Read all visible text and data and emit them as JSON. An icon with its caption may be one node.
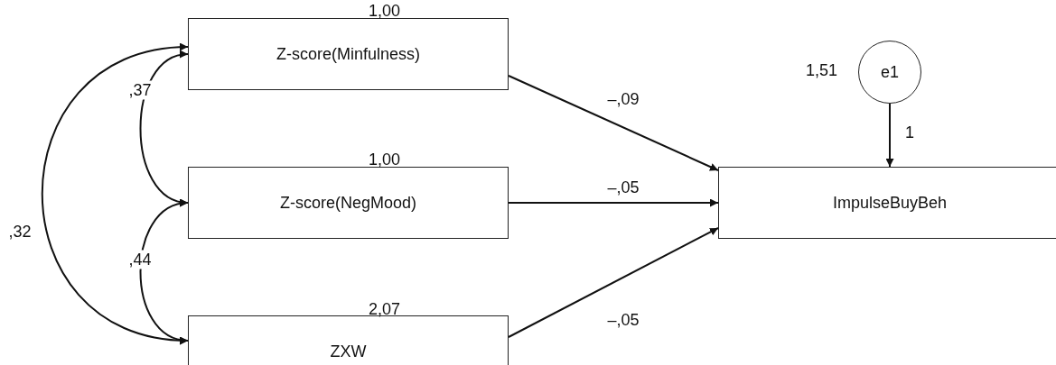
{
  "diagram": {
    "nodes": [
      {
        "text": [
          "Z-score(Minfulness)"
        ],
        "beside": [
          "1,00"
        ]
      },
      {
        "text": [
          "e1"
        ],
        "beside": [
          "1,51"
        ]
      },
      {
        "text": [
          "Z-score(NegMood)"
        ],
        "beside": [
          "1,00"
        ]
      },
      {
        "text": [
          "ImpulseBuyBeh"
        ]
      },
      {
        "text": [
          "ZXW"
        ],
        "beside": [
          "2,07"
        ]
      }
    ],
    "edges": [
      {
        "from": 0,
        "to": 3,
        "arrow": "to",
        "label": "–,09"
      },
      {
        "from": 2,
        "to": 3,
        "arrow": "to",
        "label": "–,05"
      },
      {
        "from": 4,
        "to": 3,
        "arrow": "to",
        "label": "–,05"
      },
      {
        "from": 1,
        "to": 3,
        "arrow": "to",
        "label": "1"
      },
      {
        "from": 0,
        "to": 2,
        "arrow": "both",
        "label": ",37"
      },
      {
        "from": 2,
        "to": 4,
        "arrow": "both",
        "label": ",44"
      },
      {
        "from": 0,
        "to": 4,
        "arrow": "both",
        "label": ",32"
      }
    ]
  }
}
